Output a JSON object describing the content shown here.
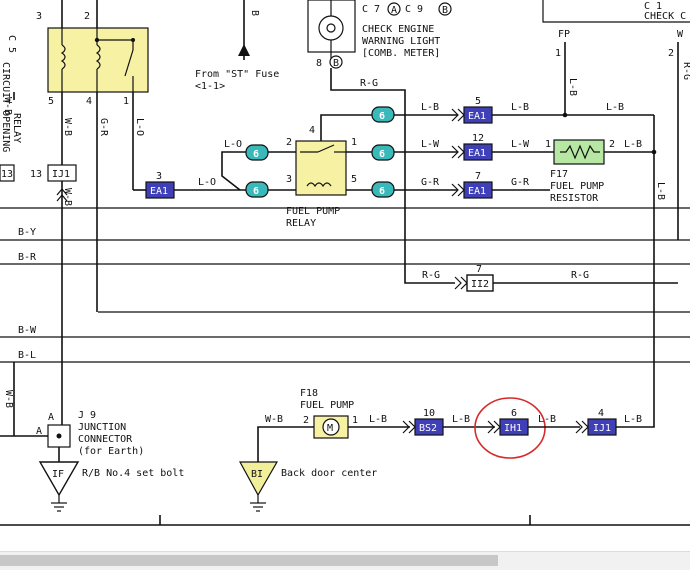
{
  "colors": {
    "connector_fill": "#3f3fb8",
    "terminal_fill": "#39b9b9",
    "relay_fill": "#f6f1a3",
    "resistor_fill": "#b7e8a3",
    "ground_fill": "#f2ef9b",
    "highlight_circle": "#d62a2a"
  },
  "components": {
    "c5": {
      "code": "C 5",
      "name1": "CIRCUIT OPENING",
      "name2": "RELAY",
      "pins": [
        "3",
        "2",
        "5",
        "4",
        "1"
      ]
    },
    "check_engine": {
      "conn1": "C 7",
      "pin1": "A",
      "conn2": "C 9",
      "pin2": "B",
      "line1": "CHECK ENGINE",
      "line2": "WARNING LIGHT",
      "line3": "[COMB. METER]",
      "pin_bottom": "8",
      "pin_bottom_b": "B"
    },
    "check_c1": {
      "code": "C 1",
      "name": "CHECK C"
    },
    "st_fuse": {
      "line1": "From \"ST\" Fuse",
      "line2": "<1-1>"
    },
    "fuel_pump_relay": {
      "name1": "FUEL PUMP",
      "name2": "RELAY",
      "pins": [
        "4",
        "2",
        "1",
        "3",
        "5"
      ]
    },
    "resistor": {
      "code": "F17",
      "name1": "FUEL PUMP",
      "name2": "RESISTOR",
      "pin1": "1",
      "pin2": "2"
    },
    "fuel_pump": {
      "code": "F18",
      "name": "FUEL PUMP",
      "pin1": "2",
      "pin2": "1",
      "symbol": "M"
    },
    "junction": {
      "code": "J 9",
      "line1": "JUNCTION",
      "line2": "CONNECTOR",
      "line3": "(for Earth)",
      "pin": "A",
      "pin2": "A"
    },
    "ground_if": {
      "code": "IF",
      "desc": "R/B No.4 set bolt"
    },
    "ground_bi": {
      "code": "BI",
      "desc": "Back door center"
    }
  },
  "connectors": {
    "ea1_top": {
      "name": "EA1",
      "pin": "5"
    },
    "ea1_mid": {
      "name": "EA1",
      "pin": "12"
    },
    "ea1_low": {
      "name": "EA1",
      "pin": "7"
    },
    "ea1_left": {
      "name": "EA1",
      "pin": "3"
    },
    "ii2": {
      "name": "II2",
      "pin": "7"
    },
    "ij1_left": {
      "name": "IJ1",
      "pin": "13",
      "side": "13"
    },
    "bs2": {
      "name": "BS2",
      "pin": "10"
    },
    "ih1": {
      "name": "IH1",
      "pin": "6"
    },
    "ij1_bottom": {
      "name": "IJ1",
      "pin": "4"
    }
  },
  "terminals": {
    "label": "6"
  },
  "wires": {
    "w_b": "W-B",
    "g_r": "G-R",
    "l_o": "L-O",
    "r_g": "R-G",
    "l_b": "L-B",
    "l_w": "L-W",
    "b": "B",
    "fp": "FP",
    "w": "W",
    "r_g2": "R-G",
    "l_b_top_right": "L-B",
    "l_b_top_left": "L-B",
    "l_b_right": "L-B",
    "l_b_conn": "L-B",
    "l_w_right": "L-W",
    "g_r_right": "G-R",
    "g_r_mid": "G-R",
    "l_o_mid": "L-O",
    "r_g_ii2a": "R-G",
    "r_g_ii2b": "R-G",
    "w_b_pump": "W-B",
    "l_b_b1": "L-B",
    "l_b_b2": "L-B",
    "l_b_b3": "L-B",
    "l_b_b4": "L-B",
    "w_b_left": "W-B",
    "w_b_junction": "W-B",
    "w_b_upper": "W-B",
    "l_b_vert": "L-B",
    "l_b_vert_right": "L-B",
    "pin_1": "1",
    "pin_2": "2"
  },
  "buses": [
    "B-Y",
    "B-R",
    "B-W",
    "B-L"
  ],
  "scrollbar": {
    "position": 0.72
  }
}
